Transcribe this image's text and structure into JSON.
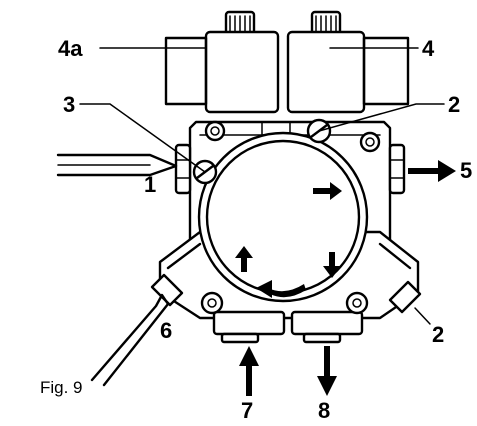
{
  "figure": {
    "caption": "Fig. 9",
    "callouts": {
      "valve_left": "4a",
      "valve_right": "4",
      "screw_3": "3",
      "screw_2_top": "2",
      "port_1": "1",
      "port_5": "5",
      "port_6": "6",
      "screw_2_bottom": "2",
      "port_7": "7",
      "port_8": "8"
    }
  }
}
